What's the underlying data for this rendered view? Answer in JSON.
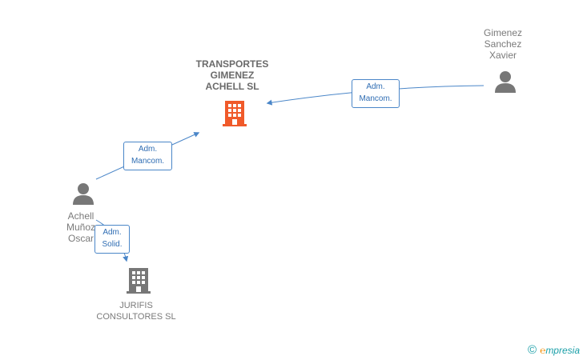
{
  "nodes": {
    "company_main": {
      "label": "TRANSPORTES\nGIMENEZ\nACHELL SL",
      "color": "#f05a2a"
    },
    "person_top_right": {
      "label": "Gimenez\nSanchez\nXavier",
      "color": "#777777"
    },
    "person_left": {
      "label": "Achell\nMuñoz\nOscar",
      "color": "#777777"
    },
    "company_bottom": {
      "label": "JURIFIS\nCONSULTORES SL",
      "color": "#777777"
    }
  },
  "relations": {
    "rel_xavier": "Adm.\nMancom.",
    "rel_oscar_main": "Adm.\nMancom.",
    "rel_oscar_jurifis": "Adm.\nSolid."
  },
  "colors": {
    "edge": "#4a86c8"
  },
  "brand": {
    "copyright": "©",
    "e": "℮",
    "name": "mpresia"
  }
}
